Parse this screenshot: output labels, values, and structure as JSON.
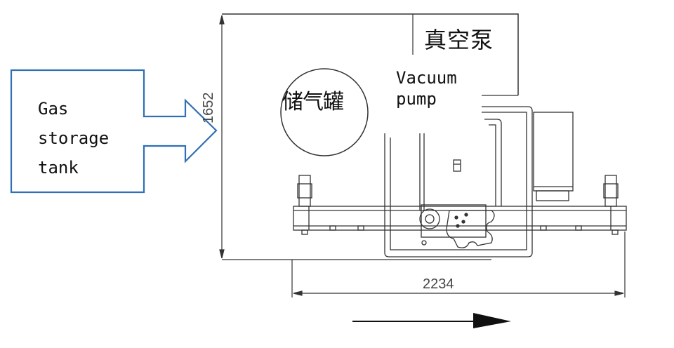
{
  "labels": {
    "gas_storage_tank_en": "Gas\nstorage\ntank",
    "vacuum_pump_en": "Vacuum\npump",
    "vacuum_pump_cn": "真空泵",
    "gas_storage_tank_cn": "储气罐",
    "width_dimension": "2234",
    "height_dimension": "1652"
  },
  "colors": {
    "callout_stroke": "#2f6fb4",
    "line": "#333333",
    "text": "#111111"
  }
}
